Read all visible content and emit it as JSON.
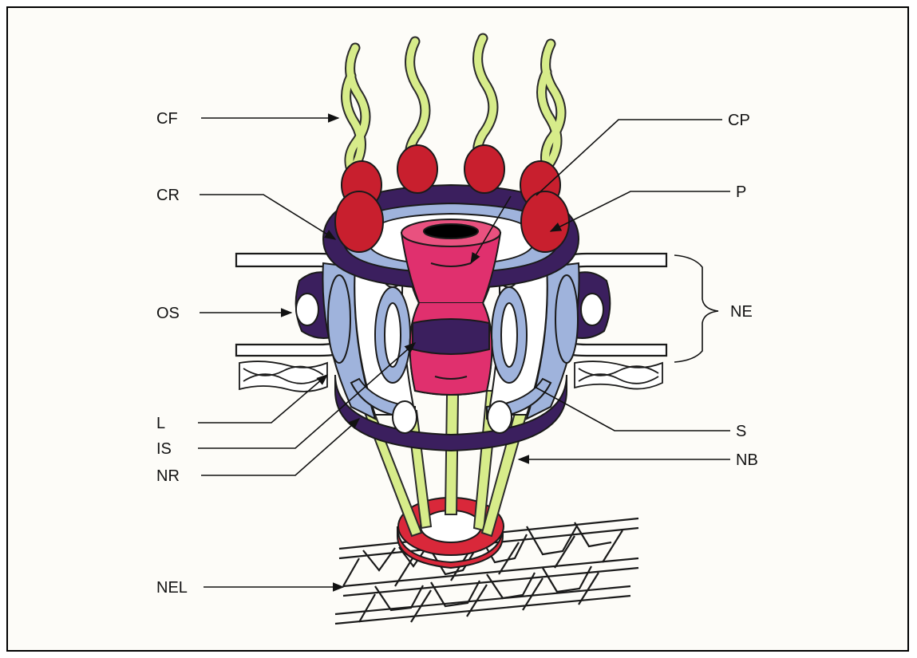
{
  "labels": {
    "cf": "CF",
    "cr": "CR",
    "os": "OS",
    "l": "L",
    "is": "IS",
    "nr": "NR",
    "nel": "NEL",
    "cp": "CP",
    "p": "P",
    "ne": "NE",
    "s": "S",
    "nb": "NB"
  },
  "colors": {
    "filament": "#d7ec8a",
    "filament_edge": "#2a2a2a",
    "particle": "#c81f2e",
    "ring_dark": "#3b1f5e",
    "spoke_blue": "#9fb3dc",
    "central_plug": "#e0306e",
    "central_plug_top": "#e9517f",
    "basket_ring": "#d9283a",
    "outline": "#1a1a1a"
  }
}
